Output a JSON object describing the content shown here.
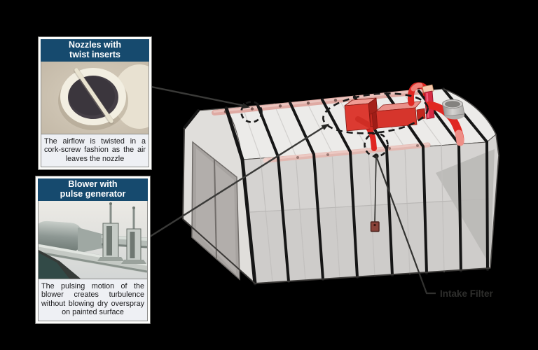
{
  "callouts": [
    {
      "title_lines": [
        "Nozzles with",
        "twist inserts"
      ],
      "caption": "The airflow is twisted in a cork-screw fashion as the air leaves the nozzle",
      "photo": "nozzle-twist-insert-photo"
    },
    {
      "title_lines": [
        "Blower with",
        "pulse generator"
      ],
      "caption": "The pulsing motion of the blower creates turbulence without blowing dry overspray on painted surface",
      "photo": "blower-pulse-generator-photo"
    }
  ],
  "diagram": {
    "intake_filter_label": "Intake Filter",
    "highlights": [
      "nozzle-highlight-circle",
      "blower-highlight-ellipse",
      "intake-filter-highlight-circle"
    ]
  },
  "colors": {
    "background": "#000000",
    "callout_header_bg": "#164a6e",
    "callout_header_text": "#ffffff",
    "callout_caption_bg": "#eef0f4",
    "booth_panel_light": "#ecebe9",
    "booth_panel_mid": "#d5d3d1",
    "booth_rib": "#161616",
    "pipe_pink": "#dfaaa3",
    "blower_red": "#dc3a31",
    "label_text": "#2e2e2c"
  }
}
